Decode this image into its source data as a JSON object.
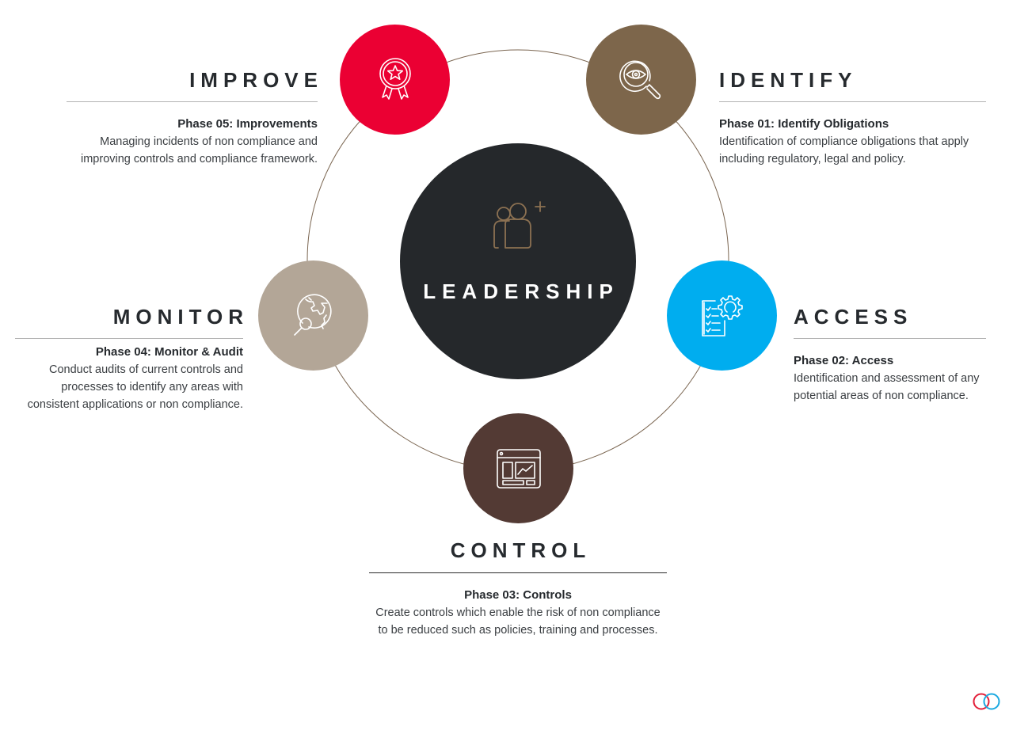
{
  "center": {
    "label": "LEADERSHIP",
    "icon": "people-add-icon",
    "color": "#25282b",
    "icon_color": "#8c7152"
  },
  "ring": {
    "stroke_color": "#7a6550"
  },
  "phases": [
    {
      "key": "identify",
      "title": "IDENTIFY",
      "phase": "Phase 01: Identify Obligations",
      "desc_lines": [
        "Identification of compliance obligations that apply",
        "including regulatory, legal and policy."
      ],
      "icon": "magnifier-eye-icon",
      "color": "#7d664b"
    },
    {
      "key": "access",
      "title": "ACCESS",
      "phase": "Phase 02: Access",
      "desc_lines": [
        "Identification and assessment of any",
        "potential areas of non compliance."
      ],
      "icon": "checklist-gear-icon",
      "color": "#00adef"
    },
    {
      "key": "control",
      "title": "CONTROL",
      "phase": "Phase 03: Controls",
      "desc_lines": [
        "Create controls which enable the risk of non compliance",
        "to be reduced such as policies, training and processes."
      ],
      "icon": "dashboard-window-icon",
      "color": "#533a34"
    },
    {
      "key": "monitor",
      "title": "MONITOR",
      "phase": "Phase 04: Monitor & Audit",
      "desc_lines": [
        "Conduct audits of current controls and",
        "processes to identify any areas with",
        "consistent applications or non compliance."
      ],
      "icon": "globe-search-icon",
      "color": "#b3a697"
    },
    {
      "key": "improve",
      "title": "IMPROVE",
      "phase": "Phase 05: Improvements",
      "desc_lines": [
        "Managing incidents of non compliance and",
        "improving controls and compliance framework."
      ],
      "icon": "award-ribbon-icon",
      "color": "#eb0033"
    }
  ],
  "logo": {
    "icon": "interlocking-rings-logo",
    "colors": [
      "#e3203a",
      "#1ba9e1"
    ]
  }
}
